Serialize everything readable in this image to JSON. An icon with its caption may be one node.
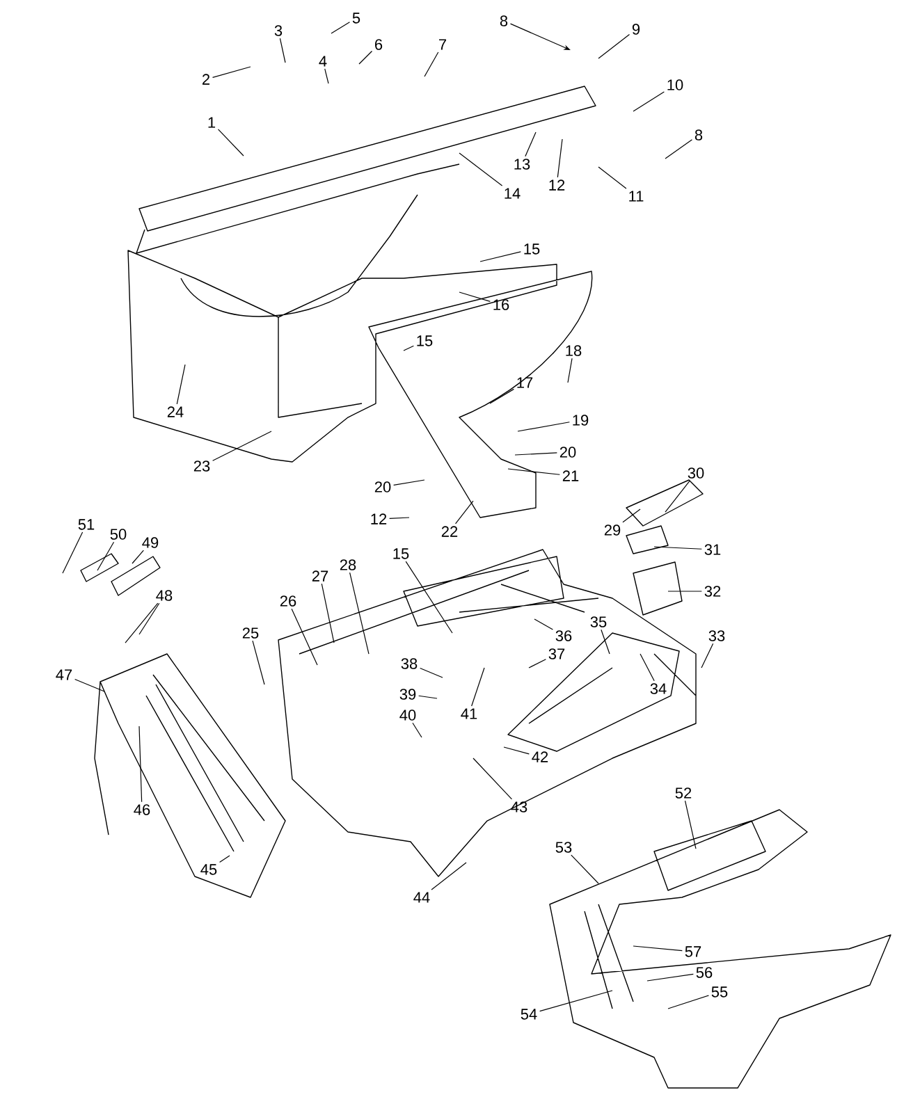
{
  "diagram": {
    "nodes": [
      {
        "text": [
          "1"
        ]
      },
      {
        "text": [
          "2"
        ]
      },
      {
        "text": [
          "3"
        ]
      },
      {
        "text": [
          "4"
        ]
      },
      {
        "text": [
          "5"
        ]
      },
      {
        "text": [
          "6"
        ]
      },
      {
        "text": [
          "7"
        ]
      },
      {
        "text": [
          "8"
        ]
      },
      {
        "text": [
          "9"
        ]
      },
      {
        "text": [
          "10"
        ]
      },
      {
        "text": [
          "8"
        ]
      },
      {
        "text": [
          "11"
        ]
      },
      {
        "text": [
          "12"
        ]
      },
      {
        "text": [
          "13"
        ]
      },
      {
        "text": [
          "14"
        ]
      },
      {
        "text": [
          "15"
        ]
      },
      {
        "text": [
          "16"
        ]
      },
      {
        "text": [
          "15"
        ]
      },
      {
        "text": [
          "18"
        ]
      },
      {
        "text": [
          "17"
        ]
      },
      {
        "text": [
          "19"
        ]
      },
      {
        "text": [
          "20"
        ]
      },
      {
        "text": [
          "21"
        ]
      },
      {
        "text": [
          "20"
        ]
      },
      {
        "text": [
          "22"
        ]
      },
      {
        "text": [
          "12"
        ]
      },
      {
        "text": [
          "23"
        ]
      },
      {
        "text": [
          "24"
        ]
      },
      {
        "text": [
          "30"
        ]
      },
      {
        "text": [
          "29"
        ]
      },
      {
        "text": [
          "31"
        ]
      },
      {
        "text": [
          "32"
        ]
      },
      {
        "text": [
          "33"
        ]
      },
      {
        "text": [
          "34"
        ]
      },
      {
        "text": [
          "35"
        ]
      },
      {
        "text": [
          "36"
        ]
      },
      {
        "text": [
          "37"
        ]
      },
      {
        "text": [
          "38"
        ]
      },
      {
        "text": [
          "39"
        ]
      },
      {
        "text": [
          "40"
        ]
      },
      {
        "text": [
          "41"
        ]
      },
      {
        "text": [
          "42"
        ]
      },
      {
        "text": [
          "43"
        ]
      },
      {
        "text": [
          "44"
        ]
      },
      {
        "text": [
          "45"
        ]
      },
      {
        "text": [
          "46"
        ]
      },
      {
        "text": [
          "47"
        ]
      },
      {
        "text": [
          "48"
        ]
      },
      {
        "text": [
          "49"
        ]
      },
      {
        "text": [
          "50"
        ]
      },
      {
        "text": [
          "51"
        ]
      },
      {
        "text": [
          "25"
        ]
      },
      {
        "text": [
          "26"
        ]
      },
      {
        "text": [
          "27"
        ]
      },
      {
        "text": [
          "28"
        ]
      },
      {
        "text": [
          "15"
        ]
      },
      {
        "text": [
          "52"
        ]
      },
      {
        "text": [
          "53"
        ]
      },
      {
        "text": [
          "57"
        ]
      },
      {
        "text": [
          "56"
        ]
      },
      {
        "text": [
          "55"
        ]
      },
      {
        "text": [
          "54"
        ]
      }
    ],
    "edges": [
      {
        "from": 0,
        "to": null,
        "arrow": "none"
      },
      {
        "from": 1,
        "to": null,
        "arrow": "none"
      },
      {
        "from": 2,
        "to": null,
        "arrow": "none"
      },
      {
        "from": 3,
        "to": null,
        "arrow": "none"
      },
      {
        "from": 4,
        "to": null,
        "arrow": "none"
      },
      {
        "from": 5,
        "to": null,
        "arrow": "none"
      },
      {
        "from": 6,
        "to": null,
        "arrow": "none"
      },
      {
        "from": 7,
        "to": null,
        "arrow": "to"
      },
      {
        "from": 8,
        "to": null,
        "arrow": "none"
      },
      {
        "from": 9,
        "to": null,
        "arrow": "none"
      },
      {
        "from": 10,
        "to": null,
        "arrow": "none"
      },
      {
        "from": 11,
        "to": null,
        "arrow": "none"
      },
      {
        "from": 12,
        "to": null,
        "arrow": "none"
      },
      {
        "from": 13,
        "to": null,
        "arrow": "none"
      },
      {
        "from": 14,
        "to": null,
        "arrow": "none"
      },
      {
        "from": 15,
        "to": null,
        "arrow": "none"
      },
      {
        "from": 16,
        "to": null,
        "arrow": "none"
      },
      {
        "from": 17,
        "to": null,
        "arrow": "none"
      },
      {
        "from": 18,
        "to": null,
        "arrow": "none"
      },
      {
        "from": 19,
        "to": null,
        "arrow": "none"
      },
      {
        "from": 20,
        "to": null,
        "arrow": "none"
      },
      {
        "from": 21,
        "to": null,
        "arrow": "none"
      },
      {
        "from": 22,
        "to": null,
        "arrow": "none"
      },
      {
        "from": 23,
        "to": null,
        "arrow": "none"
      },
      {
        "from": 24,
        "to": null,
        "arrow": "none"
      },
      {
        "from": 25,
        "to": null,
        "arrow": "none"
      },
      {
        "from": 26,
        "to": null,
        "arrow": "none"
      },
      {
        "from": 27,
        "to": null,
        "arrow": "none"
      },
      {
        "from": 28,
        "to": null,
        "arrow": "none"
      },
      {
        "from": 29,
        "to": null,
        "arrow": "none"
      },
      {
        "from": 30,
        "to": null,
        "arrow": "none"
      },
      {
        "from": 31,
        "to": null,
        "arrow": "none"
      },
      {
        "from": 32,
        "to": null,
        "arrow": "none"
      },
      {
        "from": 33,
        "to": null,
        "arrow": "none"
      },
      {
        "from": 34,
        "to": null,
        "arrow": "none"
      },
      {
        "from": 35,
        "to": null,
        "arrow": "none"
      },
      {
        "from": 36,
        "to": null,
        "arrow": "none"
      },
      {
        "from": 37,
        "to": null,
        "arrow": "none"
      },
      {
        "from": 38,
        "to": null,
        "arrow": "none"
      },
      {
        "from": 39,
        "to": null,
        "arrow": "none"
      },
      {
        "from": 40,
        "to": null,
        "arrow": "none"
      },
      {
        "from": 41,
        "to": null,
        "arrow": "none"
      },
      {
        "from": 42,
        "to": null,
        "arrow": "none"
      },
      {
        "from": 43,
        "to": null,
        "arrow": "none"
      },
      {
        "from": 44,
        "to": null,
        "arrow": "none"
      },
      {
        "from": 45,
        "to": null,
        "arrow": "none"
      },
      {
        "from": 46,
        "to": null,
        "arrow": "none"
      },
      {
        "from": 47,
        "to": null,
        "arrow": "none"
      },
      {
        "from": 48,
        "to": null,
        "arrow": "none"
      },
      {
        "from": 49,
        "to": null,
        "arrow": "none"
      },
      {
        "from": 50,
        "to": null,
        "arrow": "none"
      },
      {
        "from": 51,
        "to": null,
        "arrow": "none"
      },
      {
        "from": 52,
        "to": null,
        "arrow": "none"
      },
      {
        "from": 53,
        "to": null,
        "arrow": "none"
      },
      {
        "from": 54,
        "to": null,
        "arrow": "none"
      },
      {
        "from": 55,
        "to": null,
        "arrow": "none"
      },
      {
        "from": 56,
        "to": null,
        "arrow": "none"
      },
      {
        "from": 57,
        "to": null,
        "arrow": "none"
      },
      {
        "from": 58,
        "to": null,
        "arrow": "none"
      },
      {
        "from": 59,
        "to": null,
        "arrow": "none"
      },
      {
        "from": 60,
        "to": null,
        "arrow": "none"
      },
      {
        "from": 61,
        "to": null,
        "arrow": "none"
      },
      {
        "from": 47,
        "to": null,
        "arrow": "none"
      }
    ]
  }
}
